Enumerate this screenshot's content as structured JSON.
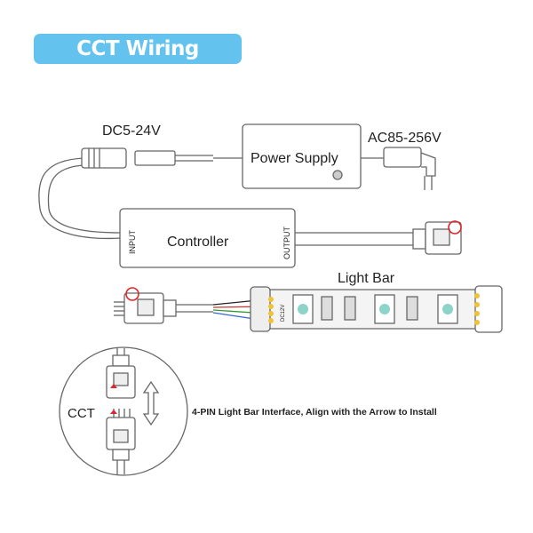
{
  "title": "CCT Wiring Diagram",
  "labels": {
    "dc_input": "DC5-24V",
    "power_supply": "Power Supply",
    "ac_input": "AC85-256V",
    "controller": "Controller",
    "input_port": "INPUT",
    "output_port": "OUTPUT",
    "light_bar": "Light Bar",
    "strip_voltage": "DC12V",
    "cct": "CCT",
    "instruction": "4-PIN Light Bar Interface, Align with the Arrow to Install"
  },
  "colors": {
    "badge": "#63c3ee",
    "marker": "#e0262b"
  }
}
